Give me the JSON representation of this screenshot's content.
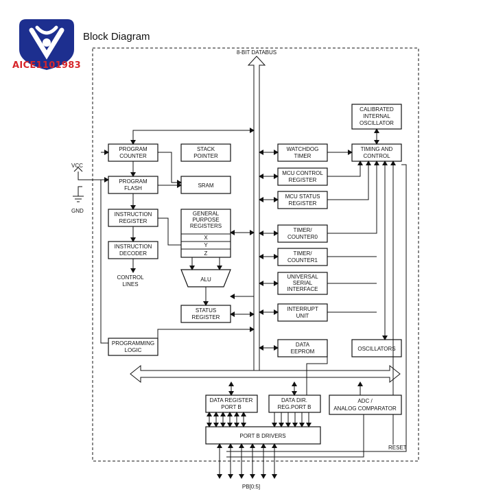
{
  "header": {
    "brand": "AICE1101983",
    "title": "Block Diagram"
  },
  "bus": {
    "databus": "8-BIT DATABUS"
  },
  "power": {
    "vcc": "VCC",
    "gnd": "GND"
  },
  "blocks": {
    "program_counter": [
      "PROGRAM",
      "COUNTER"
    ],
    "stack_pointer": [
      "STACK",
      "POINTER"
    ],
    "program_flash": [
      "PROGRAM",
      "FLASH"
    ],
    "sram": [
      "SRAM"
    ],
    "instruction_register": [
      "INSTRUCTION",
      "REGISTER"
    ],
    "gpr": [
      "GENERAL",
      "PURPOSE",
      "REGISTERS"
    ],
    "gpr_x": "X",
    "gpr_y": "Y",
    "gpr_z": "Z",
    "instruction_decoder": [
      "INSTRUCTION",
      "DECODER"
    ],
    "control_lines": [
      "CONTROL",
      "LINES"
    ],
    "alu": "ALU",
    "status_register": [
      "STATUS",
      "REGISTER"
    ],
    "programming_logic": [
      "PROGRAMMING",
      "LOGIC"
    ],
    "watchdog_timer": [
      "WATCHDOG",
      "TIMER"
    ],
    "mcu_control_register": [
      "MCU CONTROL",
      "REGISTER"
    ],
    "mcu_status_register": [
      "MCU STATUS",
      "REGISTER"
    ],
    "timer_counter0": [
      "TIMER/",
      "COUNTER0"
    ],
    "timer_counter1": [
      "TIMER/",
      "COUNTER1"
    ],
    "usi": [
      "UNIVERSAL",
      "SERIAL",
      "INTERFACE"
    ],
    "interrupt_unit": [
      "INTERRUPT",
      "UNIT"
    ],
    "data_eeprom": [
      "DATA",
      "EEPROM"
    ],
    "calibrated_oscillator": [
      "CALIBRATED",
      "INTERNAL",
      "OSCILLATOR"
    ],
    "timing_and_control": [
      "TIMING AND",
      "CONTROL"
    ],
    "oscillators": [
      "OSCILLATORS"
    ],
    "data_register_port_b": [
      "DATA REGISTER",
      "PORT B"
    ],
    "data_dir_reg_port_b": [
      "DATA DIR.",
      "REG.PORT B"
    ],
    "adc": [
      "ADC /",
      "ANALOG COMPARATOR"
    ],
    "port_b_drivers": [
      "PORT B DRIVERS"
    ]
  },
  "signals": {
    "reset": "RESET",
    "pins": "PB[0:5]"
  },
  "colors": {
    "brand_blue": "#1d2f8f",
    "brand_red": "#d7262b"
  }
}
